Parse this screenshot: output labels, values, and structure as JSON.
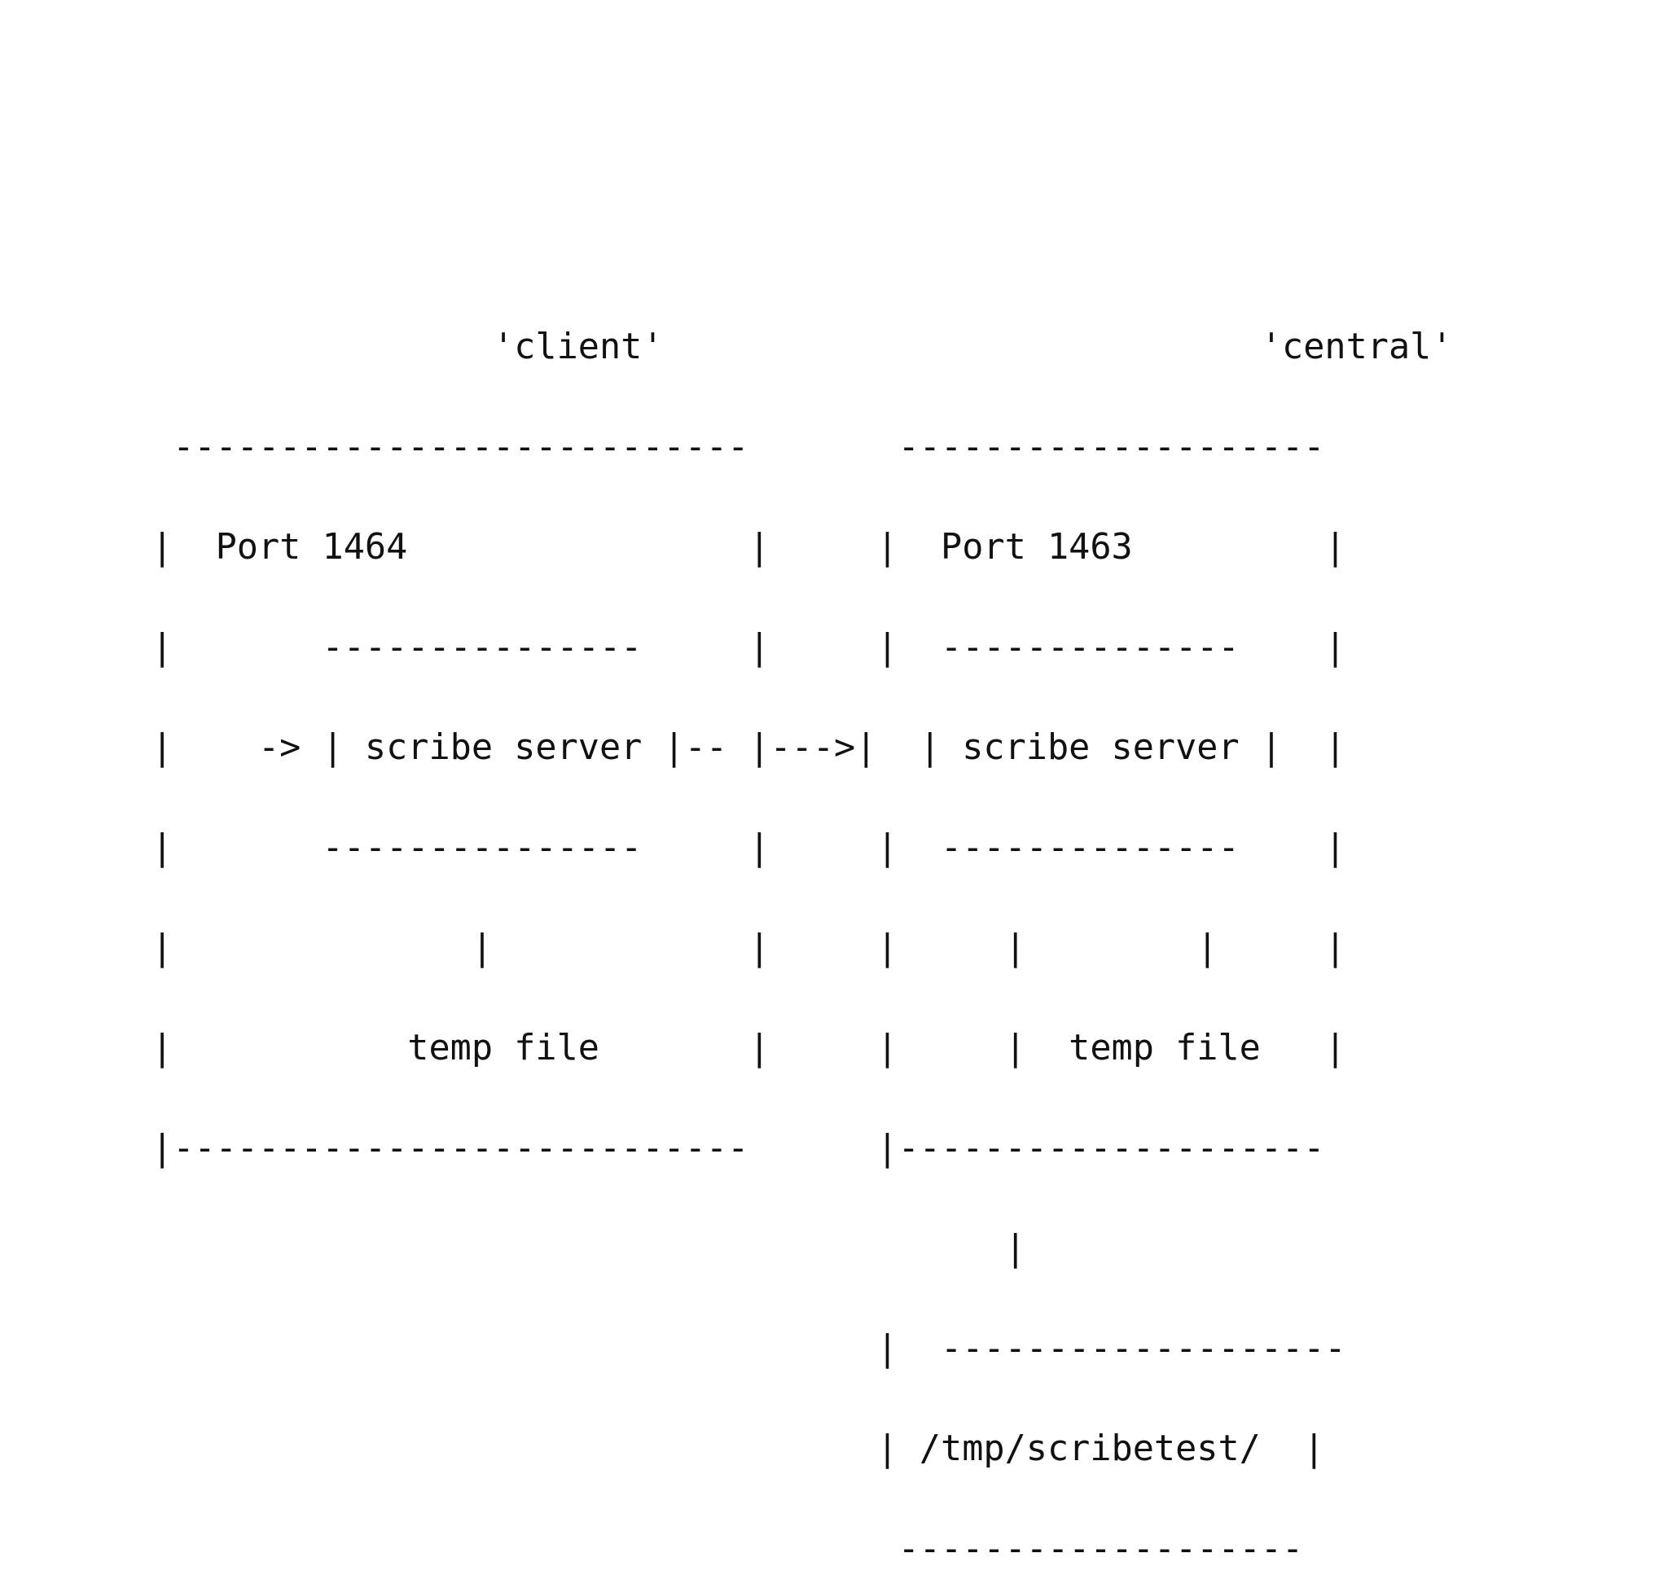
{
  "diagram": {
    "title_labels": {
      "client": "'client'",
      "central": "'central'"
    },
    "nodes": [
      {
        "name": "client",
        "label": "'client'",
        "port_label": "Port 1464",
        "port_number": "1464",
        "inner_box_label": "scribe server",
        "storage_label": "temp file",
        "inbound_arrow": "->"
      },
      {
        "name": "central",
        "label": "'central'",
        "port_label": "Port 1463",
        "port_number": "1463",
        "inner_box_label": "scribe server",
        "storage_label": "temp file",
        "output_path": "/tmp/scribetest/"
      }
    ],
    "connector": {
      "from": "client",
      "to": "central",
      "glyph": "|--|--->|"
    },
    "ascii": {
      "line_01": "                'client'                            'central'",
      "line_02": " ---------------------------       --------------------",
      "line_03": "|  Port 1464                |     |  Port 1463         |",
      "line_04": "|       ---------------     |     |  --------------    |",
      "line_05": "|    -> | scribe server |-- |--->|  | scribe server |  |",
      "line_06": "|       ---------------     |     |  --------------    |",
      "line_07": "|              |            |     |     |        |     |",
      "line_08": "|           temp file       |     |     |  temp file   |",
      "line_09": "|---------------------------      |--------------------",
      "line_10": "                                        |",
      "line_11": "                                  |  -------------------",
      "line_12": "                                  | /tmp/scribetest/  |",
      "line_13": "                                   -------------------"
    },
    "colors": {
      "background": "#ffffff",
      "text": "#111111"
    },
    "glyph_legend": {
      "horizontal_rule": "-",
      "vertical_rule": "|",
      "arrow_head": ">",
      "quote": "'"
    }
  }
}
